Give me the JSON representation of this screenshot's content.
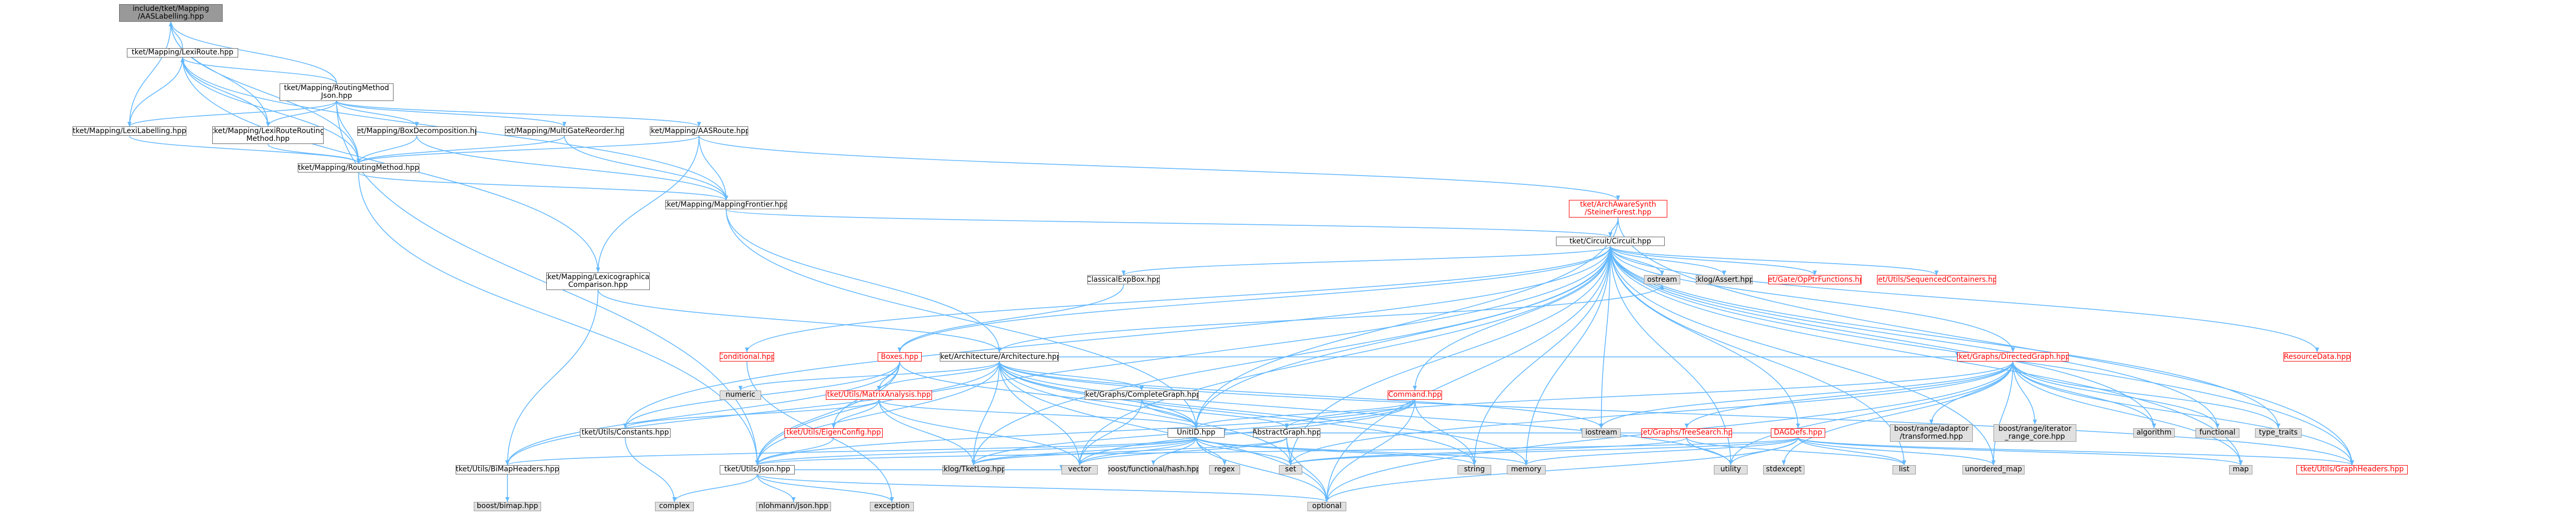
{
  "graph": {
    "nodes": [
      {
        "id": "root",
        "label": "include/tket/Mapping\n/AASLabelling.hpp",
        "kind": "root"
      },
      {
        "id": "lexiroute",
        "label": "tket/Mapping/LexiRoute.hpp",
        "kind": "doc"
      },
      {
        "id": "rmjson",
        "label": "tket/Mapping/RoutingMethod\nJson.hpp",
        "kind": "doc"
      },
      {
        "id": "lexilabel",
        "label": "tket/Mapping/LexiLabelling.hpp",
        "kind": "doc"
      },
      {
        "id": "lexiroutemethod",
        "label": "tket/Mapping/LexiRouteRouting\nMethod.hpp",
        "kind": "doc"
      },
      {
        "id": "boxdecomp",
        "label": "tket/Mapping/BoxDecomposition.hpp",
        "kind": "doc"
      },
      {
        "id": "multigate",
        "label": "tket/Mapping/MultiGateReorder.hpp",
        "kind": "doc"
      },
      {
        "id": "aasroute",
        "label": "tket/Mapping/AASRoute.hpp",
        "kind": "doc"
      },
      {
        "id": "routingmethod",
        "label": "tket/Mapping/RoutingMethod.hpp",
        "kind": "doc"
      },
      {
        "id": "frontier",
        "label": "tket/Mapping/MappingFrontier.hpp",
        "kind": "doc"
      },
      {
        "id": "steiner",
        "label": "tket/ArchAwareSynth\n/SteinerForest.hpp",
        "kind": "red"
      },
      {
        "id": "circuit",
        "label": "tket/Circuit/Circuit.hpp",
        "kind": "doc"
      },
      {
        "id": "lexcomp",
        "label": "tket/Mapping/Lexicographical\nComparison.hpp",
        "kind": "doc"
      },
      {
        "id": "classicalexp",
        "label": "ClassicalExpBox.hpp",
        "kind": "doc"
      },
      {
        "id": "ostream",
        "label": "ostream",
        "kind": "sys"
      },
      {
        "id": "tklogassert",
        "label": "tklog/Assert.hpp",
        "kind": "sys"
      },
      {
        "id": "gateoppi",
        "label": "tket/Gate/OpPtrFunctions.hpp",
        "kind": "red"
      },
      {
        "id": "seqcont",
        "label": "tket/Utils/SequencedContainers.hpp",
        "kind": "red"
      },
      {
        "id": "resourcedata",
        "label": "ResourceData.hpp",
        "kind": "red"
      },
      {
        "id": "conditional",
        "label": "Conditional.hpp",
        "kind": "red"
      },
      {
        "id": "boxes",
        "label": "Boxes.hpp",
        "kind": "red"
      },
      {
        "id": "arch",
        "label": "tket/Architecture/Architecture.hpp",
        "kind": "doc"
      },
      {
        "id": "directedgraph",
        "label": "tket/Graphs/DirectedGraph.hpp",
        "kind": "red"
      },
      {
        "id": "numeric",
        "label": "numeric",
        "kind": "sys"
      },
      {
        "id": "matrixanalysis",
        "label": "tket/Utils/MatrixAnalysis.hpp",
        "kind": "red"
      },
      {
        "id": "completegraph",
        "label": "tket/Graphs/CompleteGraph.hpp",
        "kind": "doc"
      },
      {
        "id": "command",
        "label": "Command.hpp",
        "kind": "red"
      },
      {
        "id": "constants",
        "label": "tket/Utils/Constants.hpp",
        "kind": "doc"
      },
      {
        "id": "eigenconfig",
        "label": "tket/Utils/EigenConfig.hpp",
        "kind": "red"
      },
      {
        "id": "unitid",
        "label": "UnitID.hpp",
        "kind": "doc"
      },
      {
        "id": "abstractgraph",
        "label": "AbstractGraph.hpp",
        "kind": "doc"
      },
      {
        "id": "iostream",
        "label": "iostream",
        "kind": "sys"
      },
      {
        "id": "treesearch",
        "label": "tket/Graphs/TreeSearch.hpp",
        "kind": "red"
      },
      {
        "id": "dagdefs",
        "label": "DAGDefs.hpp",
        "kind": "red"
      },
      {
        "id": "boostadaptor",
        "label": "boost/range/adaptor\n/transformed.hpp",
        "kind": "sys"
      },
      {
        "id": "boostiterator",
        "label": "boost/range/iterator\n_range_core.hpp",
        "kind": "sys"
      },
      {
        "id": "algorithm",
        "label": "algorithm",
        "kind": "sys"
      },
      {
        "id": "functional",
        "label": "functional",
        "kind": "sys"
      },
      {
        "id": "typetraits",
        "label": "type_traits",
        "kind": "sys"
      },
      {
        "id": "bimap",
        "label": "tket/Utils/BiMapHeaders.hpp",
        "kind": "doc"
      },
      {
        "id": "json",
        "label": "tket/Utils/Json.hpp",
        "kind": "doc"
      },
      {
        "id": "tklog",
        "label": "tklog/TketLog.hpp",
        "kind": "sys"
      },
      {
        "id": "vector",
        "label": "vector",
        "kind": "sys"
      },
      {
        "id": "boosthash",
        "label": "boost/functional/hash.hpp",
        "kind": "sys"
      },
      {
        "id": "regex",
        "label": "regex",
        "kind": "sys"
      },
      {
        "id": "set",
        "label": "set",
        "kind": "sys"
      },
      {
        "id": "string",
        "label": "string",
        "kind": "sys"
      },
      {
        "id": "memory",
        "label": "memory",
        "kind": "sys"
      },
      {
        "id": "utility",
        "label": "utility",
        "kind": "sys"
      },
      {
        "id": "stdexcept",
        "label": "stdexcept",
        "kind": "sys"
      },
      {
        "id": "list",
        "label": "list",
        "kind": "sys"
      },
      {
        "id": "unorderedmap",
        "label": "unordered_map",
        "kind": "sys"
      },
      {
        "id": "map",
        "label": "map",
        "kind": "sys"
      },
      {
        "id": "graphheaders",
        "label": "tket/Utils/GraphHeaders.hpp",
        "kind": "red"
      },
      {
        "id": "boostbimap",
        "label": "boost/bimap.hpp",
        "kind": "sys"
      },
      {
        "id": "complex",
        "label": "complex",
        "kind": "sys"
      },
      {
        "id": "nlohmann",
        "label": "nlohmann/json.hpp",
        "kind": "sys"
      },
      {
        "id": "exception",
        "label": "exception",
        "kind": "sys"
      },
      {
        "id": "optional",
        "label": "optional",
        "kind": "sys"
      }
    ],
    "edges": [
      [
        "lexiroute",
        "root"
      ],
      [
        "rmjson",
        "root"
      ],
      [
        "lexilabel",
        "root"
      ],
      [
        "lexiroutemethod",
        "root"
      ],
      [
        "routingmethod",
        "root"
      ],
      [
        "lexiroute",
        "lexcomp"
      ],
      [
        "lexiroute",
        "frontier"
      ],
      [
        "lexiroute",
        "routingmethod"
      ],
      [
        "rmjson",
        "lexiroute"
      ],
      [
        "lexilabel",
        "lexiroute"
      ],
      [
        "lexiroutemethod",
        "lexiroute"
      ],
      [
        "rmjson",
        "routingmethod"
      ],
      [
        "lexilabel",
        "routingmethod"
      ],
      [
        "lexiroutemethod",
        "routingmethod"
      ],
      [
        "boxdecomp",
        "routingmethod"
      ],
      [
        "multigate",
        "routingmethod"
      ],
      [
        "aasroute",
        "routingmethod"
      ],
      [
        "rmjson",
        "lexilabel"
      ],
      [
        "rmjson",
        "lexiroutemethod"
      ],
      [
        "rmjson",
        "boxdecomp"
      ],
      [
        "rmjson",
        "multigate"
      ],
      [
        "rmjson",
        "aasroute"
      ],
      [
        "boxdecomp",
        "frontier"
      ],
      [
        "multigate",
        "frontier"
      ],
      [
        "aasroute",
        "frontier"
      ],
      [
        "aasroute",
        "steiner"
      ],
      [
        "aasroute",
        "lexcomp"
      ],
      [
        "rmjson",
        "json"
      ],
      [
        "routingmethod",
        "frontier"
      ],
      [
        "routingmethod",
        "json"
      ],
      [
        "frontier",
        "circuit"
      ],
      [
        "frontier",
        "arch"
      ],
      [
        "frontier",
        "unitid"
      ],
      [
        "steiner",
        "circuit"
      ],
      [
        "steiner",
        "unitid"
      ],
      [
        "steiner",
        "graphheaders"
      ],
      [
        "lexcomp",
        "arch"
      ],
      [
        "lexcomp",
        "bimap"
      ],
      [
        "circuit",
        "classicalexp"
      ],
      [
        "circuit",
        "ostream"
      ],
      [
        "circuit",
        "tklogassert"
      ],
      [
        "circuit",
        "gateoppi"
      ],
      [
        "circuit",
        "seqcont"
      ],
      [
        "circuit",
        "resourcedata"
      ],
      [
        "circuit",
        "conditional"
      ],
      [
        "circuit",
        "boxes"
      ],
      [
        "circuit",
        "command"
      ],
      [
        "circuit",
        "directedgraph"
      ],
      [
        "circuit",
        "dagdefs"
      ],
      [
        "circuit",
        "unitid"
      ],
      [
        "circuit",
        "algorithm"
      ],
      [
        "circuit",
        "functional"
      ],
      [
        "circuit",
        "typetraits"
      ],
      [
        "circuit",
        "iostream"
      ],
      [
        "circuit",
        "string"
      ],
      [
        "circuit",
        "memory"
      ],
      [
        "circuit",
        "utility"
      ],
      [
        "circuit",
        "map"
      ],
      [
        "circuit",
        "set"
      ],
      [
        "circuit",
        "vector"
      ],
      [
        "circuit",
        "list"
      ],
      [
        "circuit",
        "unorderedmap"
      ],
      [
        "circuit",
        "optional"
      ],
      [
        "circuit",
        "tklog"
      ],
      [
        "circuit",
        "constants"
      ],
      [
        "circuit",
        "json"
      ],
      [
        "circuit",
        "graphheaders"
      ],
      [
        "classicalexp",
        "boxes"
      ],
      [
        "conditional",
        "exception"
      ],
      [
        "boxes",
        "matrixanalysis"
      ],
      [
        "boxes",
        "unitid"
      ],
      [
        "boxes",
        "json"
      ],
      [
        "boxes",
        "bimap"
      ],
      [
        "boxes",
        "eigenconfig"
      ],
      [
        "boxes",
        "constants"
      ],
      [
        "arch",
        "numeric"
      ],
      [
        "arch",
        "matrixanalysis"
      ],
      [
        "arch",
        "completegraph"
      ],
      [
        "arch",
        "directedgraph"
      ],
      [
        "arch",
        "unitid"
      ],
      [
        "arch",
        "json"
      ],
      [
        "arch",
        "bimap"
      ],
      [
        "arch",
        "tklog"
      ],
      [
        "arch",
        "vector"
      ],
      [
        "arch",
        "set"
      ],
      [
        "arch",
        "string"
      ],
      [
        "arch",
        "iostream"
      ],
      [
        "arch",
        "memory"
      ],
      [
        "arch",
        "optional"
      ],
      [
        "arch",
        "utility"
      ],
      [
        "arch",
        "graphheaders"
      ],
      [
        "arch",
        "ostream"
      ],
      [
        "matrixanalysis",
        "eigenconfig"
      ],
      [
        "matrixanalysis",
        "constants"
      ],
      [
        "matrixanalysis",
        "unitid"
      ],
      [
        "matrixanalysis",
        "vector"
      ],
      [
        "matrixanalysis",
        "tklog"
      ],
      [
        "completegraph",
        "abstractgraph"
      ],
      [
        "completegraph",
        "unitid"
      ],
      [
        "completegraph",
        "vector"
      ],
      [
        "abstractgraph",
        "set"
      ],
      [
        "abstractgraph",
        "vector"
      ],
      [
        "abstractgraph",
        "tklog"
      ],
      [
        "abstractgraph",
        "optional"
      ],
      [
        "command",
        "unitid"
      ],
      [
        "command",
        "json"
      ],
      [
        "command",
        "string"
      ],
      [
        "command",
        "optional"
      ],
      [
        "command",
        "vector"
      ],
      [
        "command",
        "tklog"
      ],
      [
        "directedgraph",
        "abstractgraph"
      ],
      [
        "directedgraph",
        "treesearch"
      ],
      [
        "directedgraph",
        "boostadaptor"
      ],
      [
        "directedgraph",
        "boostiterator"
      ],
      [
        "directedgraph",
        "algorithm"
      ],
      [
        "directedgraph",
        "functional"
      ],
      [
        "directedgraph",
        "typetraits"
      ],
      [
        "directedgraph",
        "map"
      ],
      [
        "directedgraph",
        "set"
      ],
      [
        "directedgraph",
        "utility"
      ],
      [
        "directedgraph",
        "graphheaders"
      ],
      [
        "directedgraph",
        "optional"
      ],
      [
        "directedgraph",
        "unorderedmap"
      ],
      [
        "directedgraph",
        "stdexcept"
      ],
      [
        "directedgraph",
        "iostream"
      ],
      [
        "treesearch",
        "utility"
      ],
      [
        "treesearch",
        "set"
      ],
      [
        "treesearch",
        "list"
      ],
      [
        "dagdefs",
        "unitid"
      ],
      [
        "dagdefs",
        "graphheaders"
      ],
      [
        "dagdefs",
        "list"
      ],
      [
        "dagdefs",
        "unorderedmap"
      ],
      [
        "dagdefs",
        "map"
      ],
      [
        "dagdefs",
        "set"
      ],
      [
        "dagdefs",
        "utility"
      ],
      [
        "dagdefs",
        "optional"
      ],
      [
        "dagdefs",
        "memory"
      ],
      [
        "dagdefs",
        "json"
      ],
      [
        "unitid",
        "json"
      ],
      [
        "unitid",
        "boosthash"
      ],
      [
        "unitid",
        "regex"
      ],
      [
        "unitid",
        "set"
      ],
      [
        "unitid",
        "string"
      ],
      [
        "unitid",
        "memory"
      ],
      [
        "unitid",
        "optional"
      ],
      [
        "unitid",
        "vector"
      ],
      [
        "unitid",
        "iostream"
      ],
      [
        "unitid",
        "tklog"
      ],
      [
        "unitid",
        "bimap"
      ],
      [
        "eigenconfig",
        "json"
      ],
      [
        "constants",
        "complex"
      ],
      [
        "json",
        "complex"
      ],
      [
        "json",
        "nlohmann"
      ],
      [
        "json",
        "exception"
      ],
      [
        "json",
        "optional"
      ],
      [
        "json",
        "vector"
      ],
      [
        "bimap",
        "boostbimap"
      ]
    ]
  },
  "colors": {
    "edge": "#63b8ff",
    "node_border": "#666666",
    "system_fill": "#e0e0e0",
    "missing_border": "#ff0000",
    "root_fill": "#999999"
  }
}
